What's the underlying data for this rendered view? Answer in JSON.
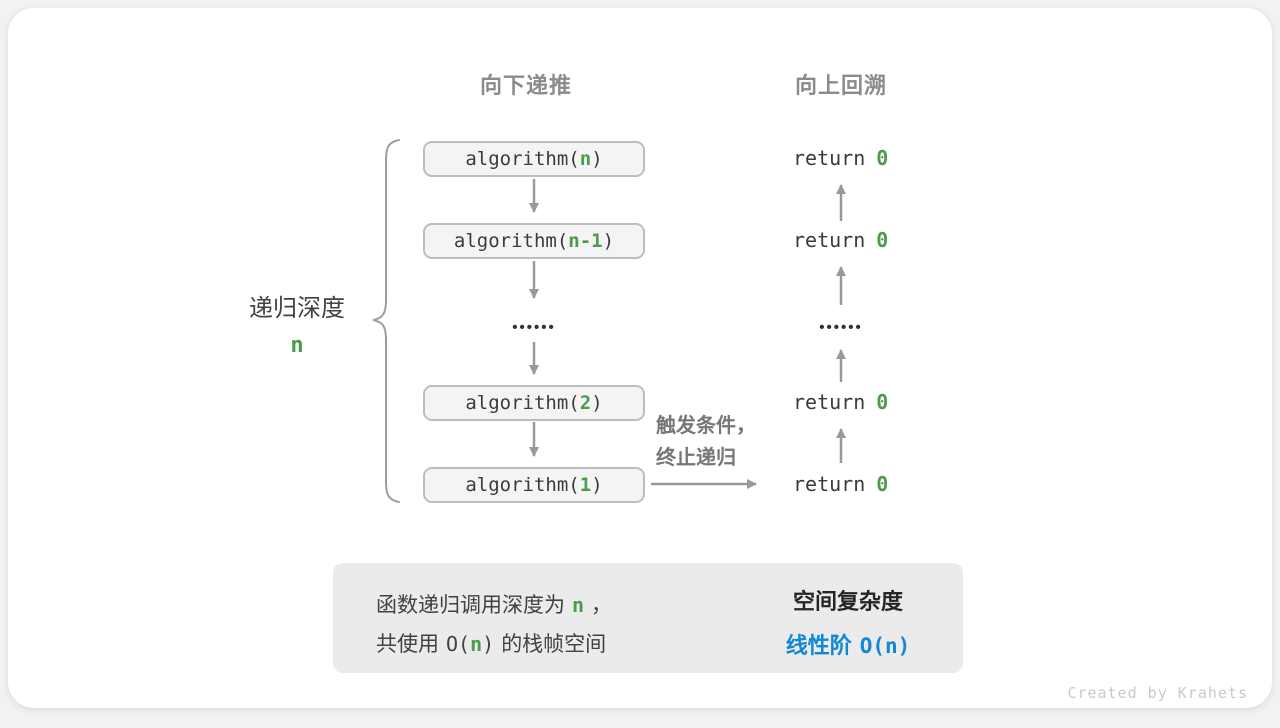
{
  "headers": {
    "down": "向下递推",
    "up": "向上回溯"
  },
  "depth_label": {
    "text": "递归深度",
    "var": "n"
  },
  "calls": [
    {
      "prefix": "algorithm(",
      "arg": "n",
      "suffix": ")"
    },
    {
      "prefix": "algorithm(",
      "arg": "n-1",
      "suffix": ")"
    },
    {
      "prefix": "algorithm(",
      "arg": "2",
      "suffix": ")"
    },
    {
      "prefix": "algorithm(",
      "arg": "1",
      "suffix": ")"
    }
  ],
  "returns": [
    {
      "keyword": "return",
      "value": "0"
    },
    {
      "keyword": "return",
      "value": "0"
    },
    {
      "keyword": "return",
      "value": "0"
    },
    {
      "keyword": "return",
      "value": "0"
    }
  ],
  "ellipsis": "••••••",
  "trigger": {
    "line1": "触发条件，",
    "line2": "终止递归"
  },
  "summary": {
    "line1_pre": "函数递归调用深度为",
    "line1_var": "n",
    "line1_post": "，",
    "line2_pre": "共使用",
    "line2_open": "O(",
    "line2_var": "n",
    "line2_close": ")",
    "line2_post": "的栈帧空间",
    "result_title": "空间复杂度",
    "result_prefix": "线性阶",
    "result_open": "O(",
    "result_var": "n",
    "result_close": ")"
  },
  "credit": "Created by Krahets",
  "colors": {
    "accent_green": "#4e9b4e",
    "accent_blue": "#1187d8",
    "arrow_gray": "#999999"
  }
}
